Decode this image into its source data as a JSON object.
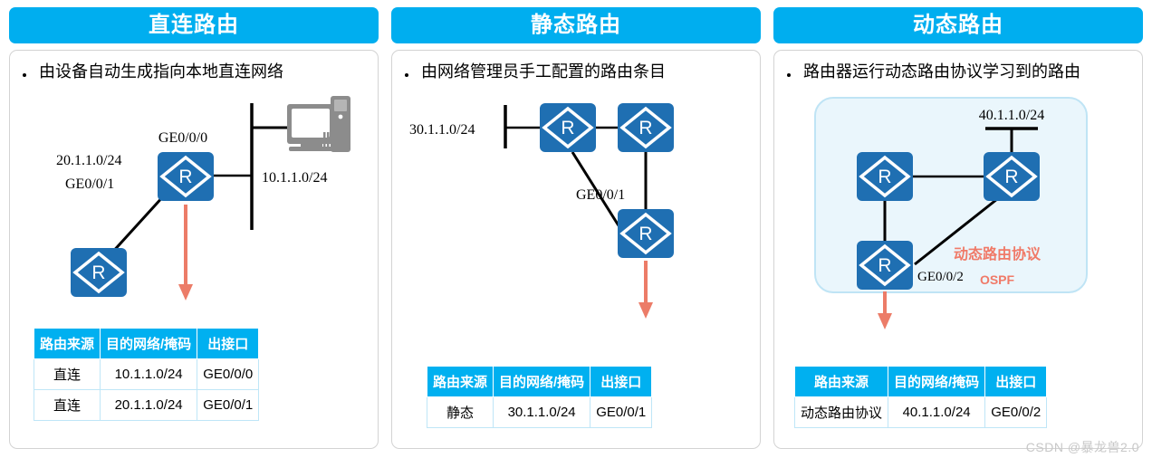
{
  "watermark": "CSDN @暴龙兽2.0",
  "colors": {
    "header_blue": "#00AEEF",
    "table_header_blue": "#00B0F0",
    "router_blue": "#1F6FB2",
    "arrow_salmon": "#EC7C68",
    "protocol_red": "#F07A68",
    "zone_fill": "#EAF6FC",
    "zone_border": "#BFE4F5",
    "pc_gray": "#808080"
  },
  "table_headers": [
    "路由来源",
    "目的网络/掩码",
    "出接口"
  ],
  "panels": [
    {
      "id": "direct",
      "title": "直连路由",
      "bullet": "由设备自动生成指向本地直连网络",
      "diagram": {
        "labels": [
          {
            "name": "interface-ge0-0-0",
            "text": "GE0/0/0"
          },
          {
            "name": "network-20-1-1-0",
            "text": "20.1.1.0/24"
          },
          {
            "name": "interface-ge0-0-1",
            "text": "GE0/0/1"
          },
          {
            "name": "network-10-1-1-0",
            "text": "10.1.1.0/24"
          }
        ],
        "devices": [
          {
            "name": "router-main",
            "type": "router",
            "glyph": "R"
          },
          {
            "name": "router-peer",
            "type": "router",
            "glyph": "R"
          },
          {
            "name": "pc-host",
            "type": "pc"
          }
        ]
      },
      "rows": [
        [
          "直连",
          "10.1.1.0/24",
          "GE0/0/0"
        ],
        [
          "直连",
          "20.1.1.0/24",
          "GE0/0/1"
        ]
      ]
    },
    {
      "id": "static",
      "title": "静态路由",
      "bullet": "由网络管理员手工配置的路由条目",
      "diagram": {
        "labels": [
          {
            "name": "network-30-1-1-0",
            "text": "30.1.1.0/24"
          },
          {
            "name": "interface-ge0-0-1",
            "text": "GE0/0/1"
          }
        ],
        "devices": [
          {
            "name": "router-left",
            "type": "router",
            "glyph": "R"
          },
          {
            "name": "router-right-top",
            "type": "router",
            "glyph": "R"
          },
          {
            "name": "router-right-bottom",
            "type": "router",
            "glyph": "R"
          }
        ]
      },
      "rows": [
        [
          "静态",
          "30.1.1.0/24",
          "GE0/0/1"
        ]
      ]
    },
    {
      "id": "dynamic",
      "title": "动态路由",
      "bullet": "路由器运行动态路由协议学习到的路由",
      "diagram": {
        "labels": [
          {
            "name": "network-40-1-1-0",
            "text": "40.1.1.0/24"
          },
          {
            "name": "interface-ge0-0-2",
            "text": "GE0/0/2"
          },
          {
            "name": "protocol-name",
            "text": "动态路由协议"
          },
          {
            "name": "protocol-ospf",
            "text": "OSPF"
          }
        ],
        "devices": [
          {
            "name": "router-left-top",
            "type": "router",
            "glyph": "R"
          },
          {
            "name": "router-right-top",
            "type": "router",
            "glyph": "R"
          },
          {
            "name": "router-left-bottom",
            "type": "router",
            "glyph": "R"
          }
        ]
      },
      "rows": [
        [
          "动态路由协议",
          "40.1.1.0/24",
          "GE0/0/2"
        ]
      ]
    }
  ]
}
